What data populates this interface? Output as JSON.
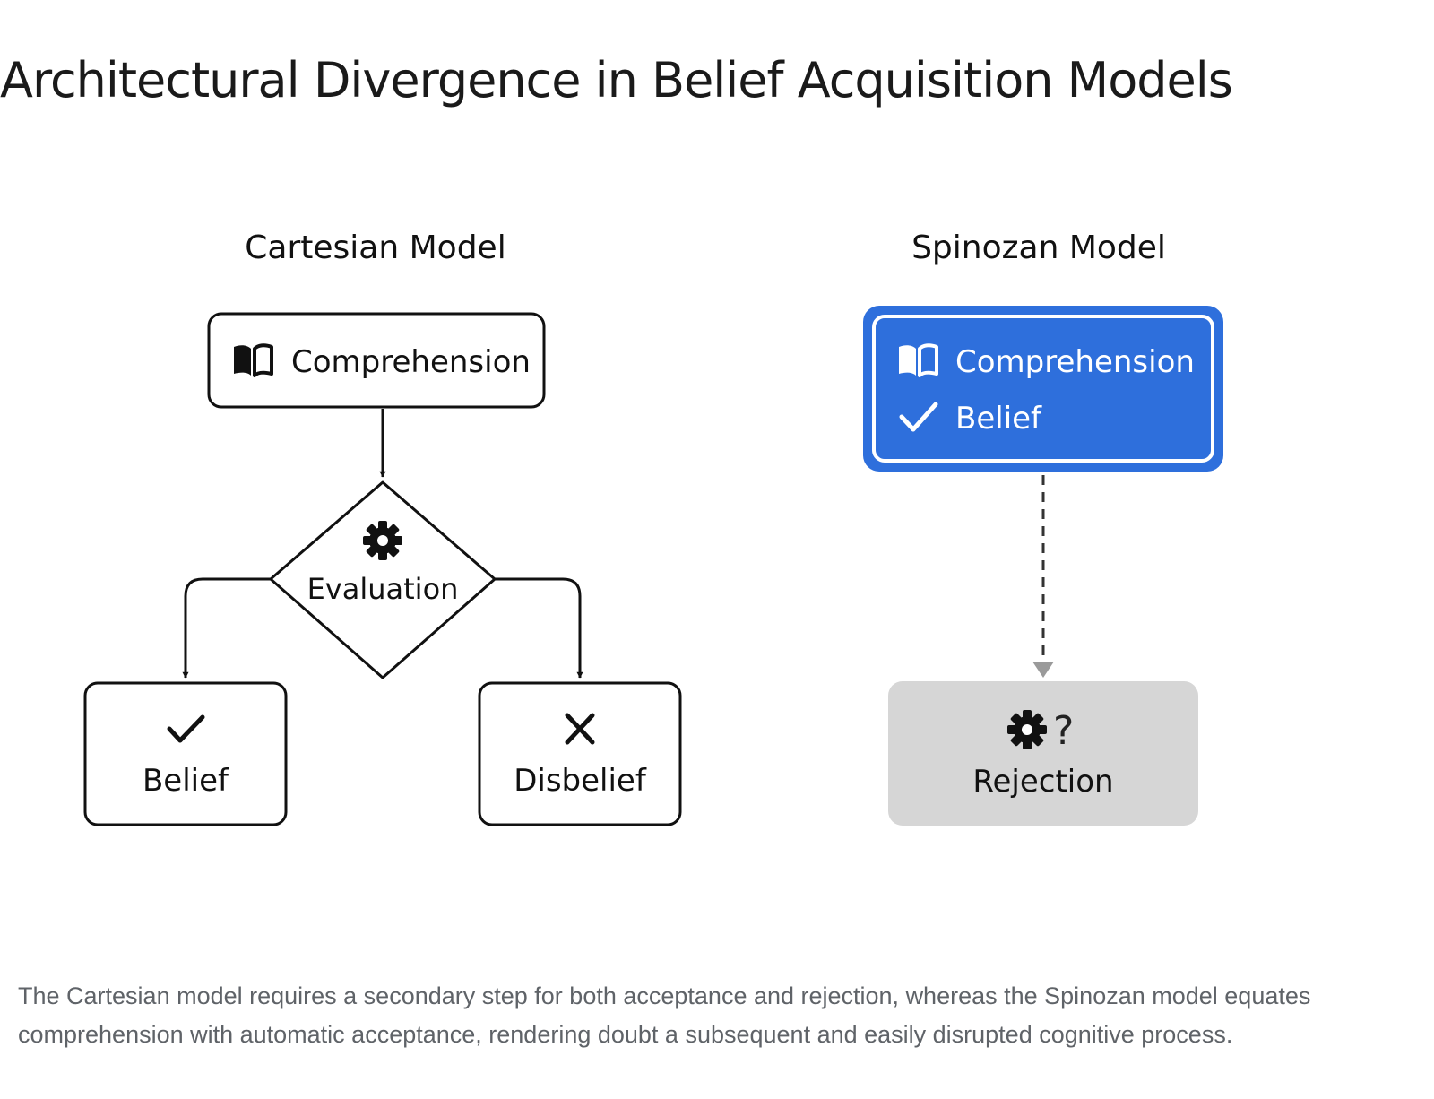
{
  "title": "Architectural Divergence in Belief Acquisition Models",
  "cartesian": {
    "heading": "Cartesian Model",
    "comprehension": {
      "label": "Comprehension",
      "icon": "book-icon"
    },
    "evaluation": {
      "label": "Evaluation",
      "icon": "gear-icon"
    },
    "belief": {
      "label": "Belief",
      "icon": "check-icon"
    },
    "disbelief": {
      "label": "Disbelief",
      "icon": "x-icon"
    }
  },
  "spinozan": {
    "heading": "Spinozan Model",
    "comprehension": {
      "label": "Comprehension",
      "icon": "book-icon"
    },
    "belief": {
      "label": "Belief",
      "icon": "check-icon"
    },
    "rejection": {
      "label": "Rejection",
      "icon": "gear-question-icon",
      "question_mark": "?"
    }
  },
  "caption": "The Cartesian model requires a secondary step for both acceptance and rejection, whereas the Spinozan model equates comprehension with automatic acceptance, rendering doubt a subsequent and easily disrupted cognitive process.",
  "colors": {
    "accent_blue": "#2e6fdc",
    "stroke": "#111111",
    "rejection_fill": "#d6d6d6",
    "dashed_line": "#333333",
    "arrow_gray": "#9a9a9a",
    "caption_text": "#5f6368"
  }
}
